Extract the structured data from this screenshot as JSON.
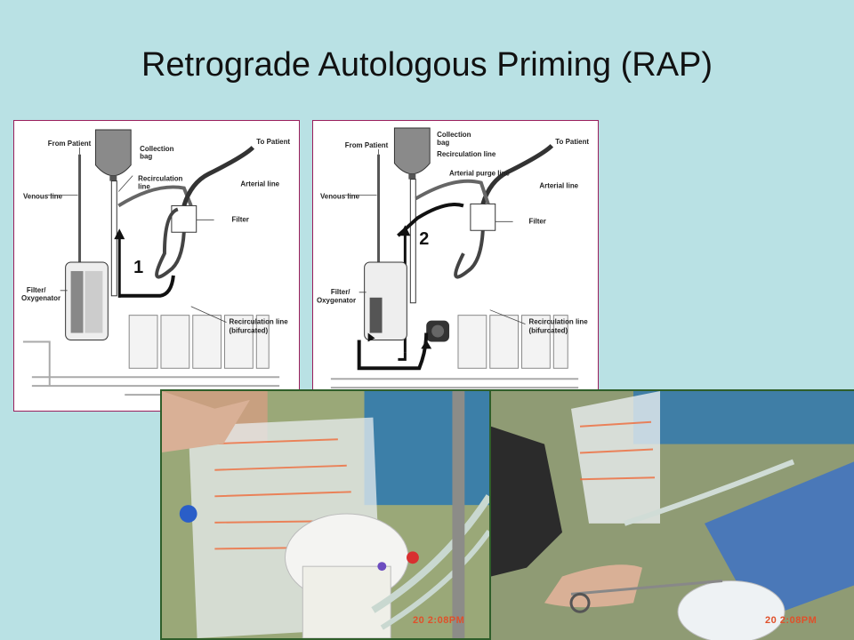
{
  "title": "Retrograde Autologous Priming (RAP)",
  "diagrams": [
    {
      "step": "1",
      "labels": {
        "from_patient": "From Patient",
        "collection_bag_1": "Collection",
        "collection_bag_2": "bag",
        "to_patient": "To Patient",
        "recirc_1": "Recirculation",
        "recirc_2": "line",
        "arterial_line": "Arterial line",
        "venous_line": "Venous line",
        "filter": "Filter",
        "oxy_1": "Filter/",
        "oxy_2": "Oxygenator",
        "recirc_bi_1": "Recirculation line",
        "recirc_bi_2": "(bifurcated)"
      }
    },
    {
      "step": "2",
      "labels": {
        "from_patient": "From Patient",
        "collection_bag_1": "Collection",
        "collection_bag_2": "bag",
        "to_patient": "To Patient",
        "recirc": "Recirculation line",
        "arterial_purge": "Arterial purge line",
        "arterial_line": "Arterial line",
        "venous_line": "Venous line",
        "filter": "Filter",
        "oxy_1": "Filter/",
        "oxy_2": "Oxygenator",
        "recirc_bi_1": "Recirculation line",
        "recirc_bi_2": "(bifurcated)"
      }
    }
  ],
  "photos": [
    {
      "stamp": "20  2:08PM"
    },
    {
      "stamp": "20  2:08PM"
    }
  ]
}
